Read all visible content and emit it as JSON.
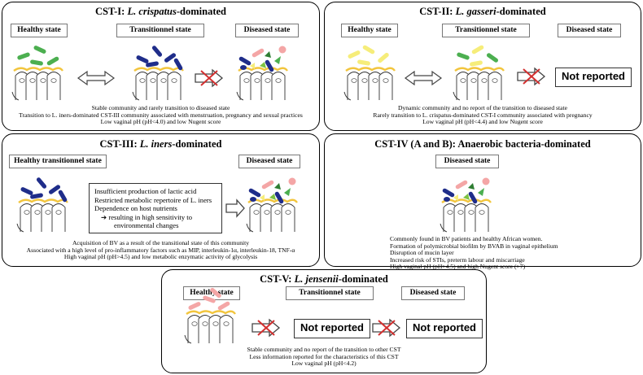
{
  "panels": {
    "cst1": {
      "title_prefix": "CST-I: ",
      "title_species": "L. crispatus",
      "title_suffix": "-dominated",
      "states": [
        "Healthy state",
        "Transitionnel state",
        "Diseased state"
      ],
      "desc": [
        "Stable community and rarely transition to diseased state",
        "Transition to L. iners-dominated CST-III community associated with menstruation, pregnancy and sexual  practices",
        "Low vaginal pH (pH<4.0) and low Nugent score"
      ]
    },
    "cst2": {
      "title_prefix": "CST-II: ",
      "title_species": "L. gasseri",
      "title_suffix": "-dominated",
      "states": [
        "Healthy state",
        "Transitionnel state",
        "Diseased state"
      ],
      "not_reported": "Not reported",
      "desc": [
        "Dynamic community and no report of the transition to diseased state",
        "Rarely transition to L. crispatus-dominated CST-I community associated with pregnancy",
        "Low vaginal  pH (pH<4.4) and low Nugent score"
      ]
    },
    "cst3": {
      "title_prefix": "CST-III: ",
      "title_species": "L. iners",
      "title_suffix": "-dominated",
      "states": [
        "Healthy transitionnel state",
        "Diseased state"
      ],
      "box": [
        "Insufficient production of lactic acid",
        "Restricted metabolic repertoire of L. iners",
        "Dependence on host nutrients",
        "➔  resulting in high sensitivity to",
        "environmental changes"
      ],
      "desc": [
        "Acquisition of BV as a result of the transitional state of  this community",
        "Associated with a high  level of pro-inflammatory factors such as MIP, interleukin-1α, interleukin-18, TNF-α",
        "High vaginal  pH (pH>4.5) and low metabolic enzymatic activity of glycolysis"
      ]
    },
    "cst4": {
      "title": "CST-IV (A and B): Anaerobic bacteria-dominated",
      "states": [
        "Diseased state"
      ],
      "desc": [
        "Commonly found in BV patients and healthy African women.",
        "Formation of  polymicrobial biofilm  by BVAB in vaginal  epithelium",
        "Disruption of mucin layer",
        "Increased  risk of STIs, preterm labour  and miscarriage",
        "High vaginal  pH (pH>4.5)  and  high  Nugent score (>7)"
      ]
    },
    "cst5": {
      "title_prefix": "CST-V: ",
      "title_species": "L. jensenii",
      "title_suffix": "-dominated",
      "states": [
        "Healthy state",
        "Transitionnel state",
        "Diseased state"
      ],
      "not_reported": "Not reported",
      "desc": [
        "Stable community and no report of the transition to other CST",
        "Less information reported for the characteristics of this CST",
        "Low vaginal  pH (pH<4.2)"
      ]
    }
  },
  "colors": {
    "crispatus_green": "#4caf50",
    "gasseri_yellow": "#f6ed7a",
    "iners_navy": "#1f2d8a",
    "jensenii_pink": "#f4a6a6",
    "mucus_yellow": "#f2c53d"
  }
}
